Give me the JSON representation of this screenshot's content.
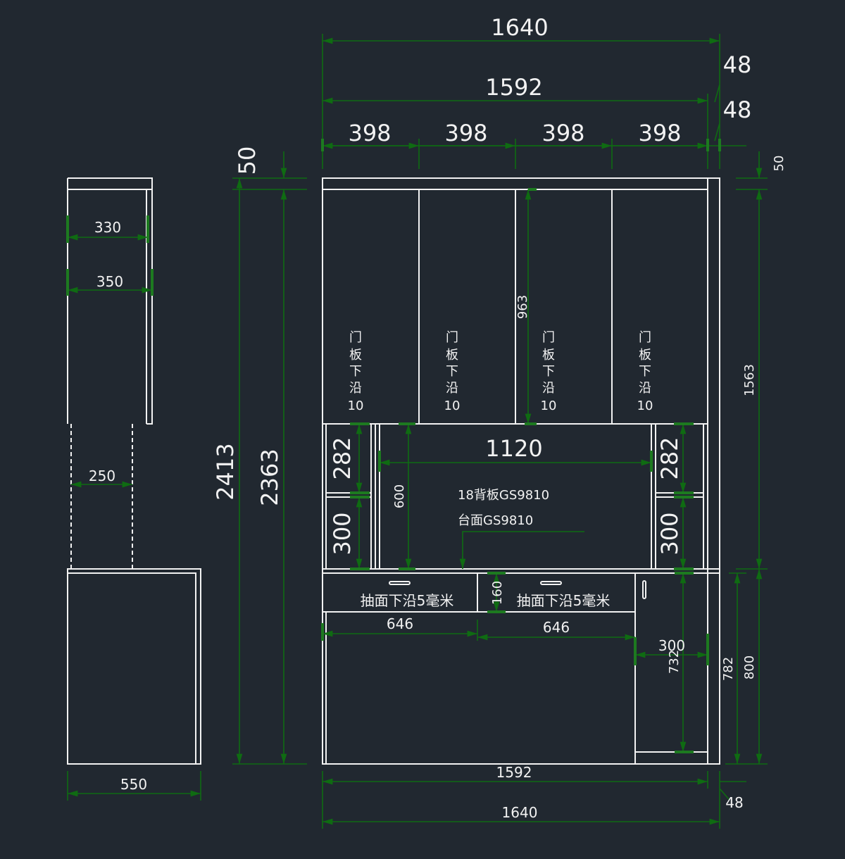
{
  "side_view": {
    "dims": {
      "d330": "330",
      "d350": "350",
      "d250": "250",
      "d550": "550",
      "d2413": "2413",
      "d2363": "2363",
      "d50": "50"
    }
  },
  "front_view": {
    "top_dims": {
      "total": "1640",
      "inner": "1592",
      "doors": [
        "398",
        "398",
        "398",
        "398"
      ],
      "gap_top": "48",
      "gap_mid": "48"
    },
    "right_dims": {
      "top": "50",
      "upper": "1563",
      "lower": "800",
      "lower_inner": "782"
    },
    "door_note": [
      "门",
      "板",
      "下",
      "沿",
      "10"
    ],
    "door_height": "963",
    "middle": {
      "width": "1120",
      "height": "600",
      "left_upper": "282",
      "left_lower": "300",
      "right_upper": "282",
      "right_lower": "300",
      "note_back": "18背板GS9810",
      "note_top": "台面GS9810"
    },
    "drawers": {
      "note": "抽面下沿5毫米",
      "height": "160",
      "width_left": "646",
      "width_right": "646"
    },
    "side_door": {
      "width": "300",
      "height": "732"
    },
    "bottom_dims": {
      "inner": "1592",
      "total": "1640",
      "gap": "48"
    }
  },
  "colors": {
    "background": "#212830",
    "line": "#f2f2f2",
    "dimension": "#0f6b12"
  }
}
